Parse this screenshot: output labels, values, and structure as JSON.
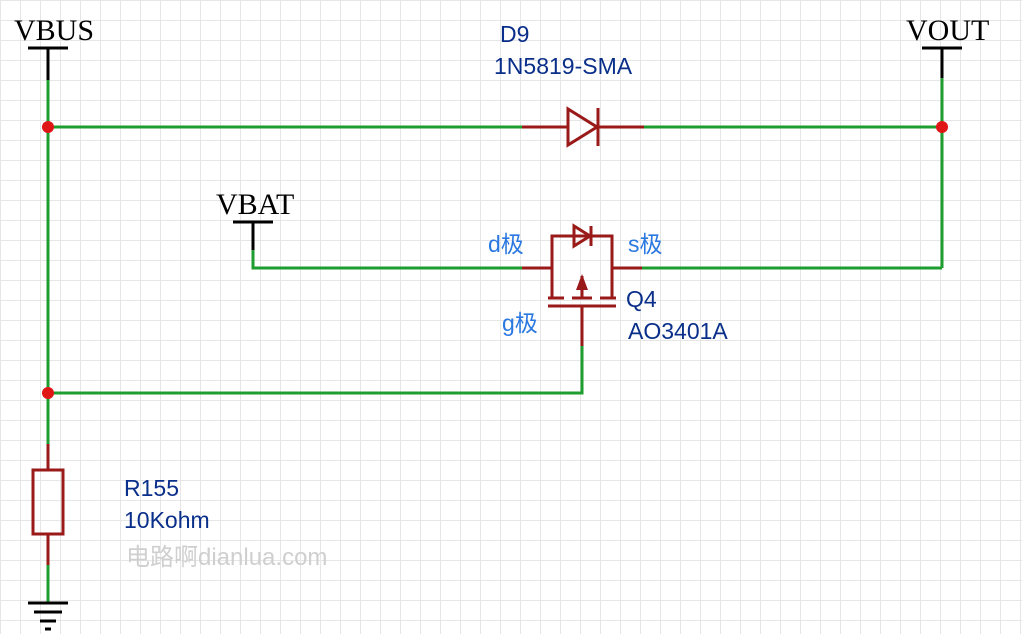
{
  "nets": {
    "vbus": "VBUS",
    "vout": "VOUT",
    "vbat": "VBAT"
  },
  "diode": {
    "designator": "D9",
    "part": "1N5819-SMA"
  },
  "mosfet": {
    "designator": "Q4",
    "part": "AO3401A",
    "drain_label": "d极",
    "source_label": "s极",
    "gate_label": "g极"
  },
  "resistor": {
    "designator": "R155",
    "value": "10Kohm"
  },
  "watermark": "电路啊dianlua.com",
  "colors": {
    "wire": "#1e9e2e",
    "component": "#9a1a1a",
    "junction": "#e01616",
    "designator_text": "#0a2f8a",
    "pin_label_text": "#2a78e0"
  }
}
